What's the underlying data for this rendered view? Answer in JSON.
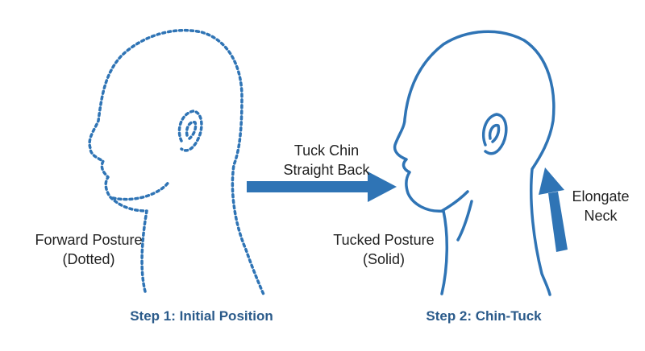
{
  "colors": {
    "stroke": "#2f74b5",
    "step_title": "#2a5a8a",
    "label": "#222222",
    "background": "#ffffff"
  },
  "left_panel": {
    "label_line1": "Forward Posture",
    "label_line2": "(Dotted)",
    "step_title": "Step 1: Initial Position"
  },
  "transition": {
    "label_line1": "Tuck Chin",
    "label_line2": "Straight Back"
  },
  "right_panel": {
    "label_line1": "Tucked Posture",
    "label_line2": "(Solid)",
    "step_title": "Step 2: Chin-Tuck",
    "arrow_label_line1": "Elongate",
    "arrow_label_line2": "Neck"
  }
}
